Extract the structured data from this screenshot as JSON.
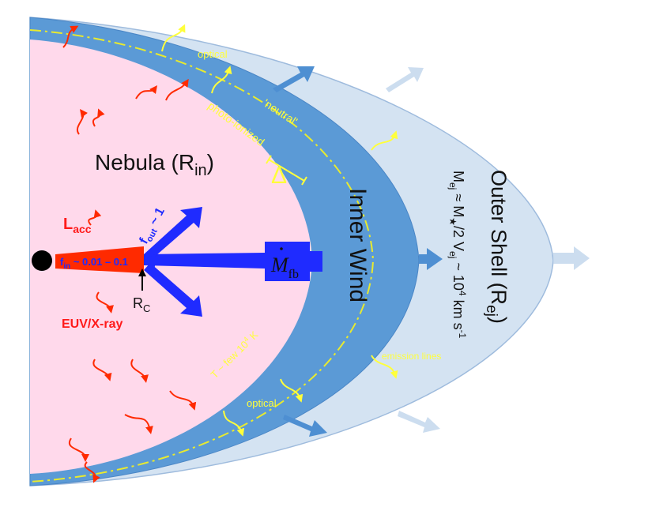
{
  "labels": {
    "nebula": "Nebula (R",
    "nebula_sub": "in",
    "nebula_close": ")",
    "inner_wind": "Inner Wind",
    "outer_shell": "Outer Shell (R",
    "outer_shell_sub": "ej",
    "outer_shell_close": ")",
    "mej_line1_a": "M",
    "mej_line1_sub": "ej",
    "mej_line1_b": " ≈ M",
    "mej_line1_sub2": "★",
    "mej_line1_c": "/2 V",
    "mej_line1_sub3": "ej",
    "mej_line1_d": " ~ 10",
    "mej_line1_sup": "4",
    "mej_line1_e": " km s",
    "mej_line1_sup2": "-1",
    "lacc": "L",
    "lacc_sub": "acc",
    "euv": "EUV/X-ray",
    "fin": "f",
    "fin_sub": "in",
    "fin_val": " ~ 0.01 – 0.1",
    "fout": "f",
    "fout_sub": "out",
    "fout_val": " ~ 1",
    "rc": "R",
    "rc_sub": "C",
    "mdot": "M",
    "mdot_sub": "fb",
    "delta": "Δ",
    "neutral": "'neutral'",
    "photo": "photo-ionized",
    "optical_top": "optical",
    "optical_bottom": "optical",
    "temp": "T ~ few 10",
    "temp_sup": "4",
    "temp_close": " K",
    "emission": "emission lines"
  },
  "colors": {
    "nebula_fill": "#ffd9eb",
    "inner_wind_fill": "#5b9ad6",
    "outer_shell_fill": "#d4e3f2",
    "red_arrow": "#ff2a00",
    "yellow": "#ffff3b",
    "blue_arrow": "#1f2bff",
    "text_red": "#ff1a1a",
    "text_dark": "#111111"
  }
}
